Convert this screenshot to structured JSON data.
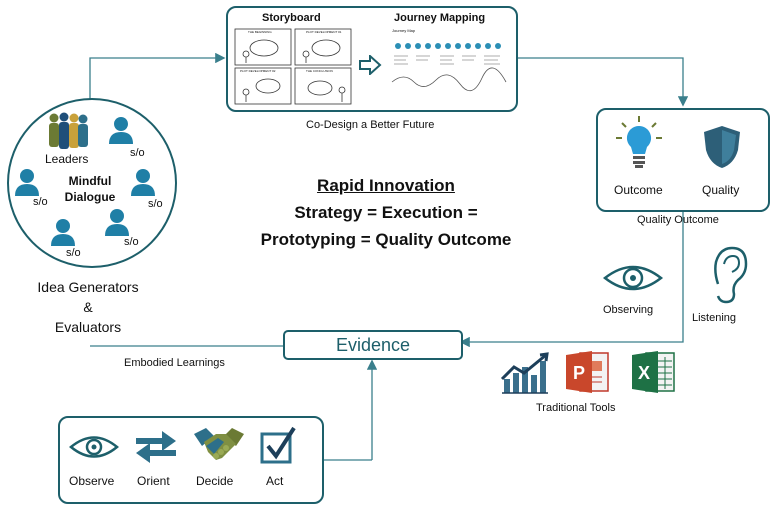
{
  "colors": {
    "teal": "#1d5f6a",
    "blue": "#1f7fa6",
    "bulb": "#2b9bd6",
    "arrow": "#3a7f8c"
  },
  "top_panel": {
    "storyboard_title": "Storyboard",
    "journey_title": "Journey Mapping",
    "caption": "Co-Design a Better Future",
    "frames": [
      "THE BEGINNING",
      "PLOT DEVELOPMENT #1",
      "PLOT DEVELOPMENT #2",
      "THE CONCLUSION"
    ],
    "journey_map_title": "Journey Map"
  },
  "dialogue_circle": {
    "center_line1": "Mindful",
    "center_line2": "Dialogue",
    "leaders": "Leaders",
    "so": "s/o",
    "caption_line1": "Idea Generators",
    "caption_line2": "&",
    "caption_line3": "Evaluators"
  },
  "center": {
    "heading": "Rapid Innovation",
    "line2": "Strategy = Execution =",
    "line3": "Prototyping = Quality Outcome"
  },
  "quality_panel": {
    "outcome": "Outcome",
    "quality": "Quality",
    "caption": "Quality Outcome",
    "icons": [
      "lightbulb-icon",
      "shield-icon"
    ]
  },
  "senses": {
    "observing": "Observing",
    "listening": "Listening"
  },
  "evidence": {
    "label": "Evidence",
    "embodied": "Embodied Learnings"
  },
  "tools": {
    "caption": "Traditional Tools",
    "icons": [
      "bar-chart-icon",
      "powerpoint-icon",
      "excel-icon"
    ]
  },
  "ooda": {
    "observe": "Observe",
    "orient": "Orient",
    "decide": "Decide",
    "act": "Act"
  }
}
